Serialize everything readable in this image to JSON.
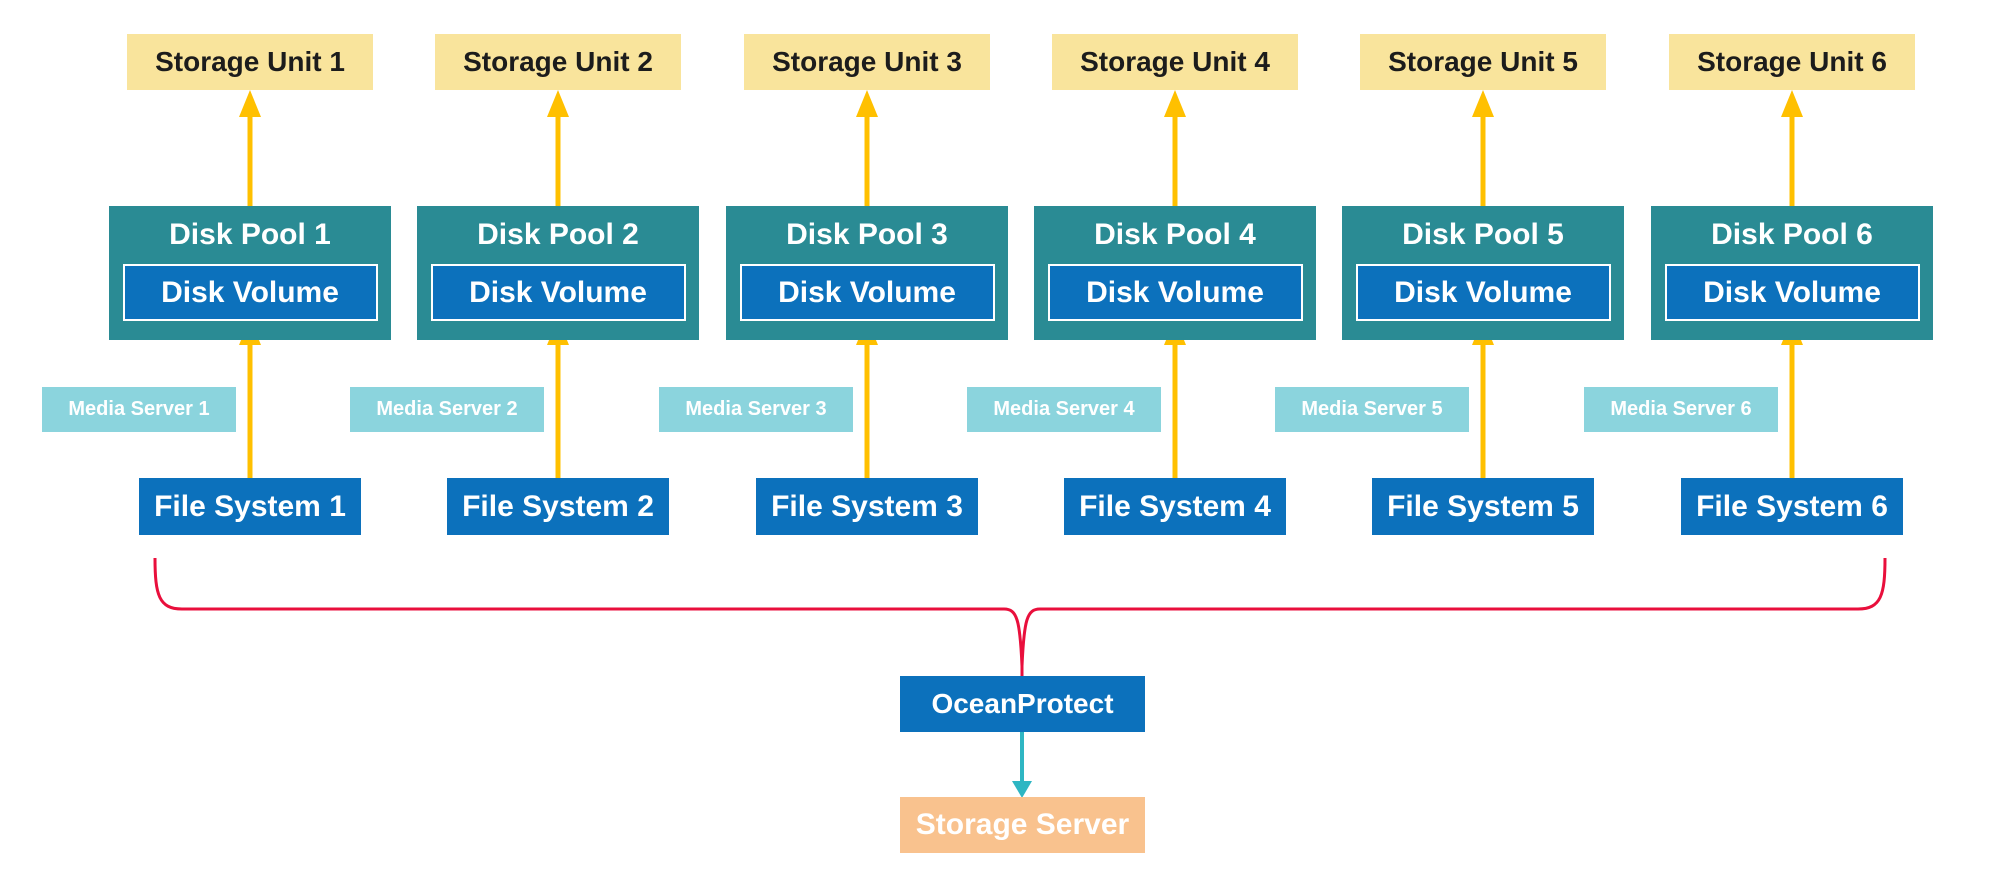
{
  "colors": {
    "storage-unit-fill": "#F9E49C",
    "storage-unit-text": "#1C1C1C",
    "disk-pool-fill": "#2A8B94",
    "box-blue": "#0C71BC",
    "media-fill": "#8BD4DD",
    "arrow-gold": "#FFC000",
    "brace-red": "#E90F3C",
    "arrow-teal": "#2EB6C3",
    "server-orange": "#F9C28E",
    "white-text": "#FFFFFF"
  },
  "columns": [
    {
      "storage_unit": "Storage Unit 1",
      "disk_pool": "Disk Pool 1",
      "disk_volume": "Disk Volume",
      "media_server": "Media Server 1",
      "file_system": "File System 1"
    },
    {
      "storage_unit": "Storage Unit 2",
      "disk_pool": "Disk Pool 2",
      "disk_volume": "Disk Volume",
      "media_server": "Media Server 2",
      "file_system": "File System 2"
    },
    {
      "storage_unit": "Storage Unit 3",
      "disk_pool": "Disk Pool 3",
      "disk_volume": "Disk Volume",
      "media_server": "Media Server 3",
      "file_system": "File System 3"
    },
    {
      "storage_unit": "Storage Unit 4",
      "disk_pool": "Disk Pool 4",
      "disk_volume": "Disk Volume",
      "media_server": "Media Server 4",
      "file_system": "File System 4"
    },
    {
      "storage_unit": "Storage Unit 5",
      "disk_pool": "Disk Pool 5",
      "disk_volume": "Disk Volume",
      "media_server": "Media Server 5",
      "file_system": "File System 5"
    },
    {
      "storage_unit": "Storage Unit 6",
      "disk_pool": "Disk Pool 6",
      "disk_volume": "Disk Volume",
      "media_server": "Media Server 6",
      "file_system": "File System 6"
    }
  ],
  "bottom": {
    "oceanprotect_label": "OceanProtect",
    "storage_server_label": "Storage Server"
  }
}
